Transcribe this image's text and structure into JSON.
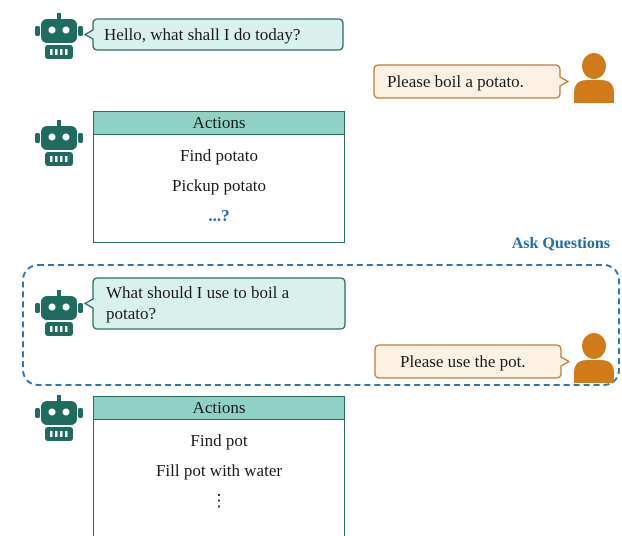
{
  "colors": {
    "robot": "#1f6b60",
    "robot_bubble_fill": "#d9f1ec",
    "robot_bubble_stroke": "#2a6b62",
    "user_icon": "#d07a1a",
    "user_bubble_fill": "#fdf1e3",
    "user_bubble_stroke": "#c07a30",
    "actions_header": "#8fd1c4",
    "accent_blue": "#1a6fb3"
  },
  "icons": {
    "robot": "robot-icon",
    "user": "user-icon"
  },
  "conversation": {
    "robot_greeting": "Hello, what shall I do today?",
    "user_request": "Please boil a potato.",
    "actions_1": {
      "header": "Actions",
      "items": [
        "Find potato",
        "Pickup potato",
        "...?"
      ]
    },
    "ask_questions_label": "Ask Questions",
    "robot_question": "What should I use to boil a potato?",
    "user_answer": "Please use the pot.",
    "actions_2": {
      "header": "Actions",
      "items": [
        "Find pot",
        "Fill pot with water",
        "⋮"
      ]
    }
  }
}
